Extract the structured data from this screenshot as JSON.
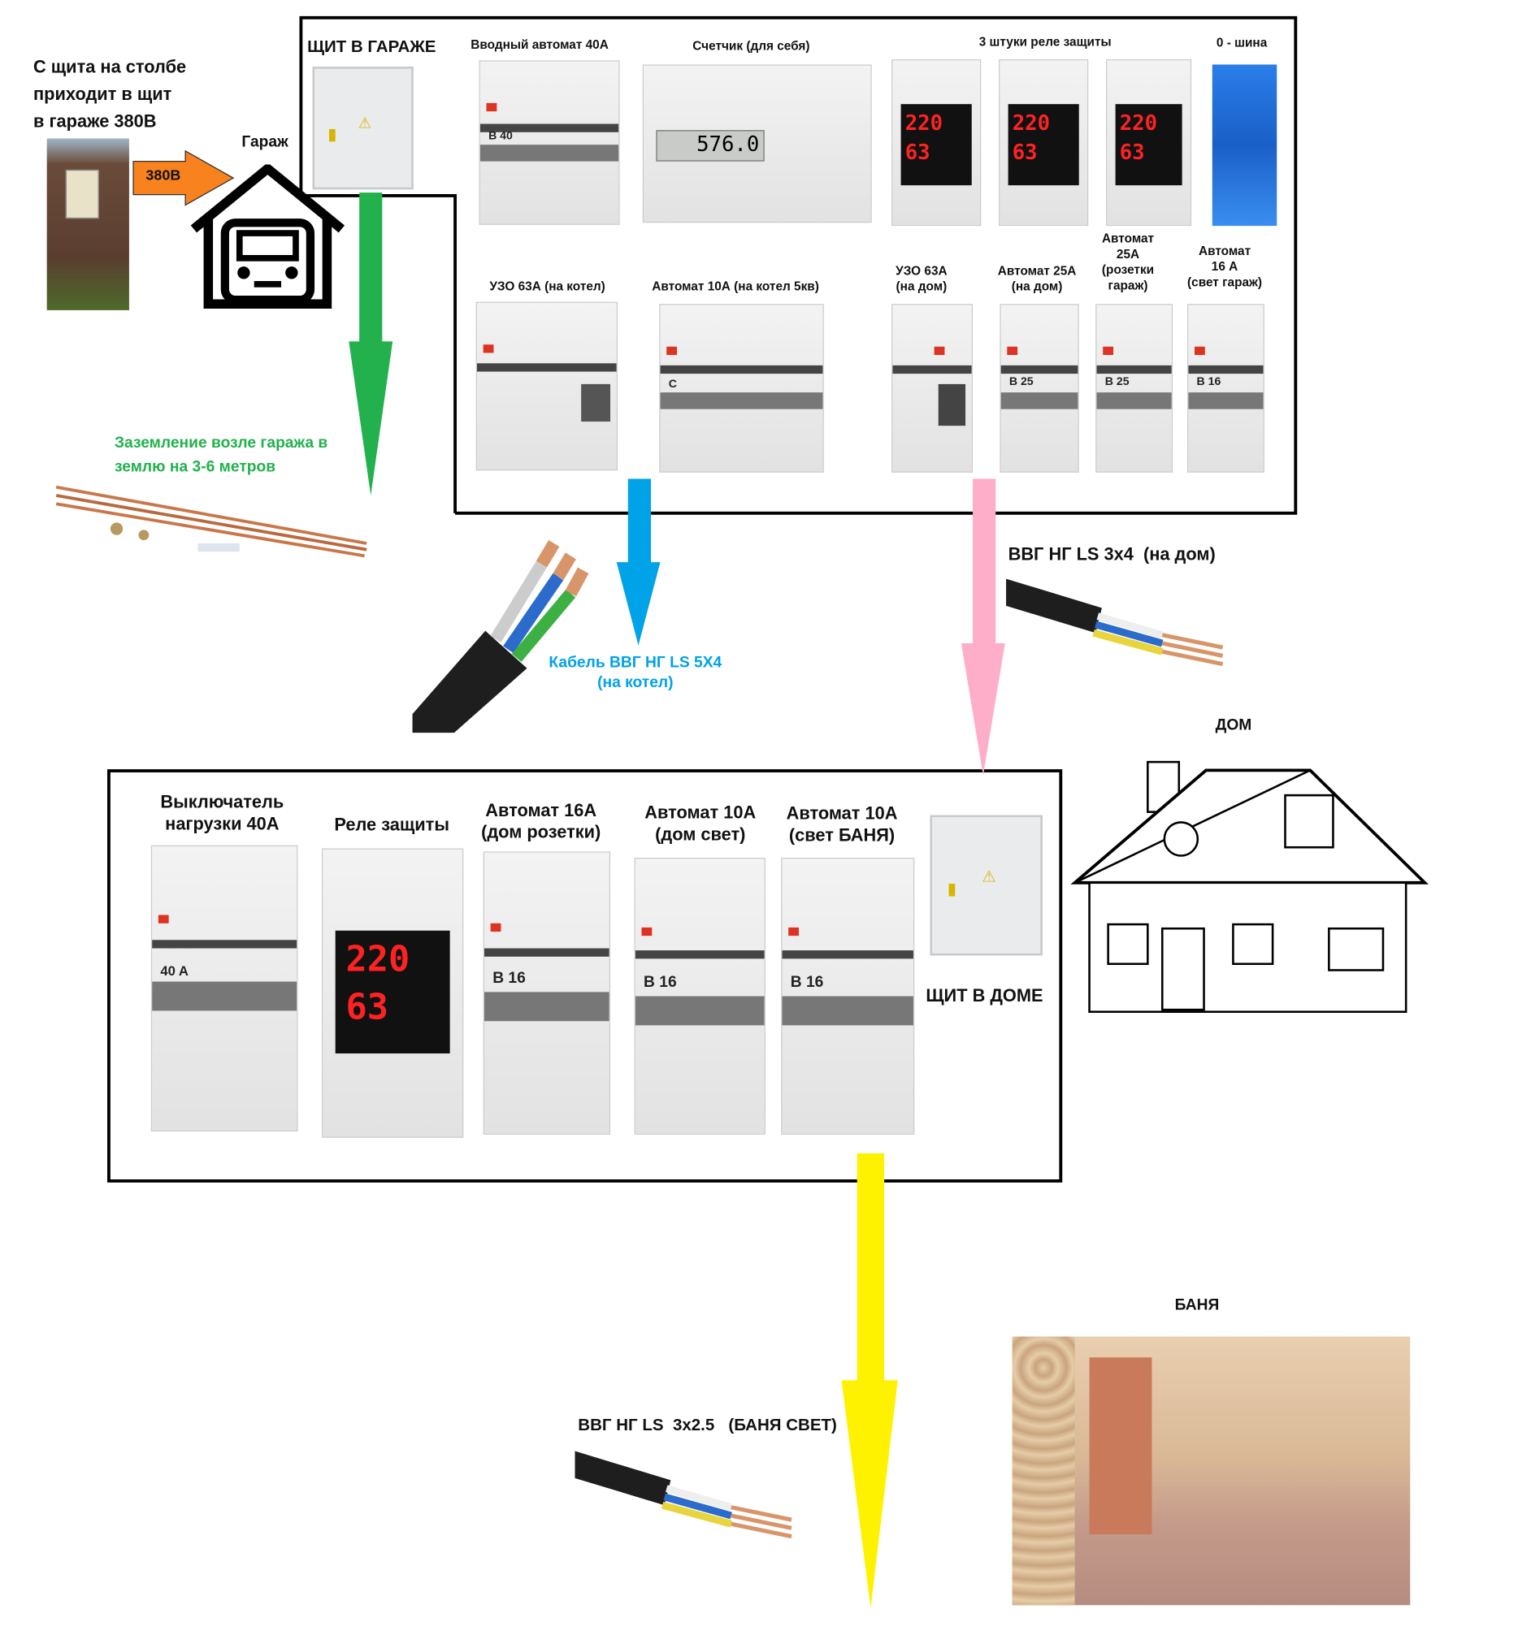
{
  "garage": {
    "intro_text": [
      "С щита на столбе",
      "приходит в щит",
      "в гараже 380В"
    ],
    "voltage_label": "380В",
    "garage_label": "Гараж",
    "panel_title": "ЩИТ В ГАРАЖЕ",
    "grounding_label": [
      "Заземление возле гаража в",
      "землю на 3-6 метров"
    ],
    "devices_top": [
      {
        "label": "Вводный  автомат 40А",
        "rating": "B 40"
      },
      {
        "label": "Счетчик (для себя)",
        "reading": "576.0"
      },
      {
        "label": "3 штуки реле защиты",
        "display_top": "220",
        "display_bottom": "63"
      },
      {
        "label": "0 - шина"
      }
    ],
    "devices_bottom": [
      {
        "label": "УЗО 63А (на котел)"
      },
      {
        "label": "Автомат 10А (на котел 5кв)",
        "rating": "C"
      },
      {
        "label": "УЗО 63А\n(на дом)"
      },
      {
        "label": "Автомат 25А\n(на дом)",
        "rating": "B 25"
      },
      {
        "label": "Автомат\n25А\n(розетки\nгараж)",
        "rating": "B 25"
      },
      {
        "label": "Автомат\n16 А\n(свет гараж)",
        "rating": "B 16"
      }
    ]
  },
  "cables": {
    "boiler": [
      "Кабель ВВГ НГ LS 5Х4",
      "(на котел)"
    ],
    "house": "ВВГ НГ LS 3х4  (на дом)",
    "bath": "ВВГ НГ LS  3х2.5   (БАНЯ СВЕТ)"
  },
  "house": {
    "label": "ДОМ",
    "panel_title": "ЩИТ В ДОМЕ",
    "devices": [
      {
        "label": "Выключатель\nнагрузки 40А",
        "rating": "40 A"
      },
      {
        "label": "Реле защиты",
        "display_top": "220",
        "display_bottom": "63"
      },
      {
        "label": "Автомат 16А\n(дом розетки)",
        "rating": "B 16"
      },
      {
        "label": "Автомат 10А\n(дом свет)",
        "rating": "B 16"
      },
      {
        "label": "Автомат 10А\n(свет БАНЯ)",
        "rating": "B 16"
      }
    ]
  },
  "bath": {
    "label": "БАНЯ"
  },
  "colors": {
    "green": "#22b14c",
    "blue": "#00a2e8",
    "pink": "#ffaec9",
    "yellow": "#fff200",
    "orange": "#f7821e"
  }
}
